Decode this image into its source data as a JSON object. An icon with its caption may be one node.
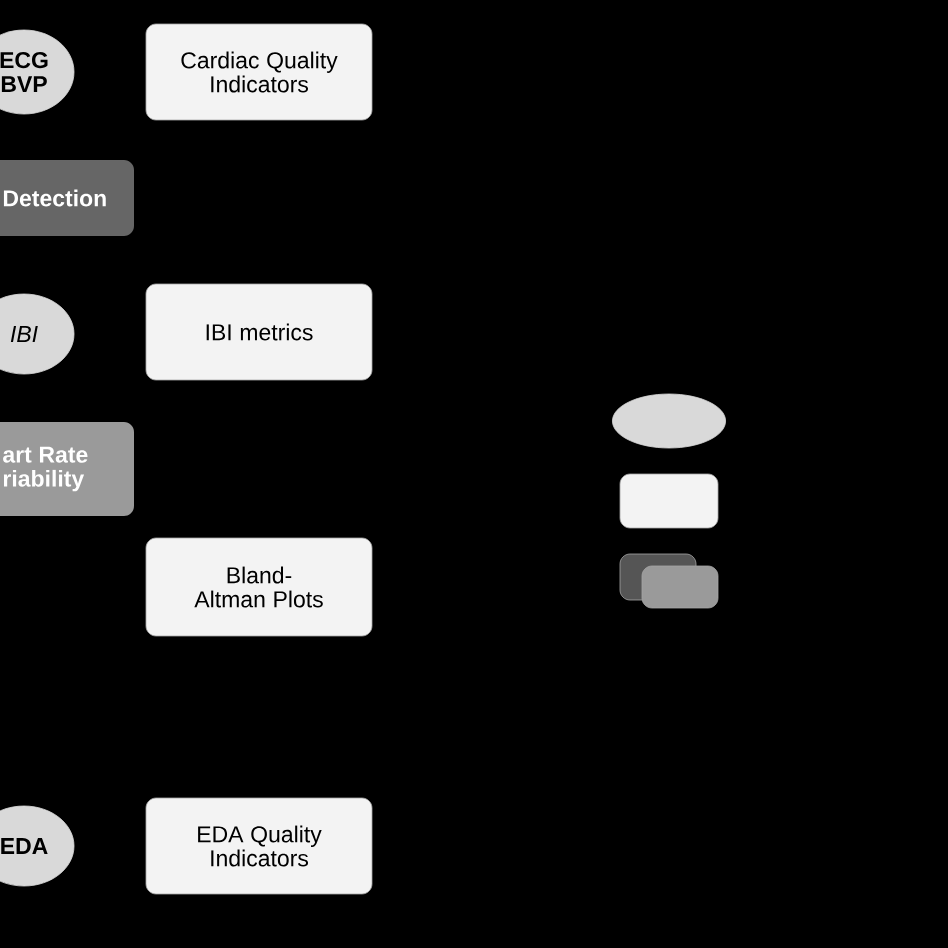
{
  "diagram": {
    "nodes": [
      {
        "text": [
          "ECG BVP"
        ]
      },
      {
        "text": [
          "Cardiac Quality Indicators"
        ]
      },
      {
        "text": [
          "Detection"
        ]
      },
      {
        "text": [
          "IBI"
        ]
      },
      {
        "text": [
          "IBI metrics"
        ]
      },
      {
        "text": [
          "art Rate riability"
        ]
      },
      {
        "text": [
          "Bland-Altman Plots"
        ]
      },
      {
        "text": [
          "EDA"
        ]
      },
      {
        "text": [
          "EDA Quality Indicators"
        ]
      },
      {
        "text": [],
        "shape": "circle"
      },
      {
        "text": [],
        "shape": "box"
      },
      {
        "text": [],
        "shape": "box"
      },
      {
        "text": [],
        "shape": "box"
      }
    ]
  }
}
